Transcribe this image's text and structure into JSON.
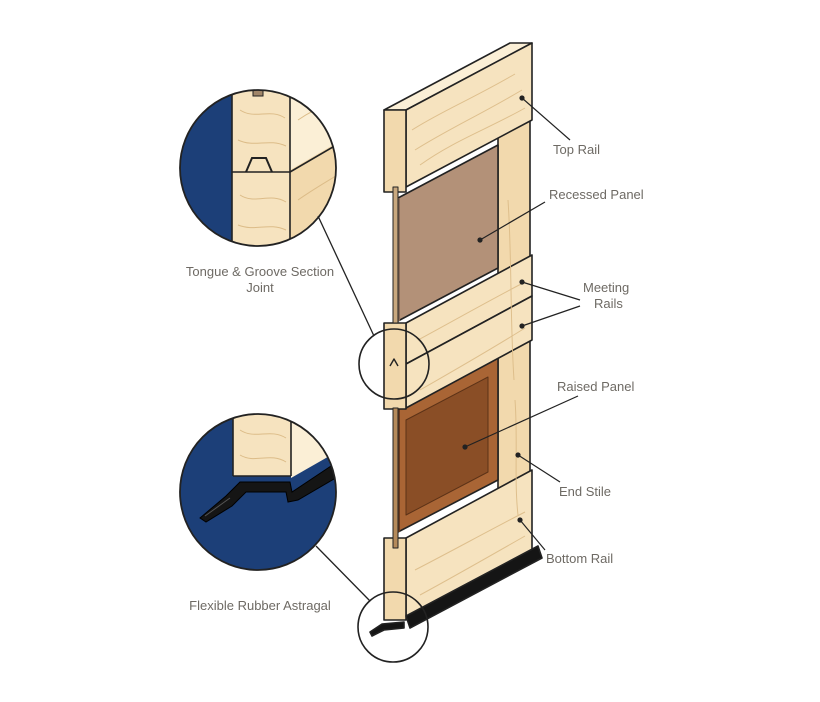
{
  "labels": {
    "top_rail": "Top Rail",
    "recessed_panel": "Recessed Panel",
    "meeting_rails_1": "Meeting",
    "meeting_rails_2": "Rails",
    "raised_panel": "Raised Panel",
    "end_stile": "End Stile",
    "bottom_rail": "Bottom Rail",
    "tongue_groove_1": "Tongue & Groove Section",
    "tongue_groove_2": "Joint",
    "astragal": "Flexible Rubber Astragal"
  },
  "colors": {
    "wood_face": "#f6e3bf",
    "wood_light": "#fbefd6",
    "wood_side": "#f2d9ad",
    "grain": "#dcbc88",
    "recessed_panel": "#b39178",
    "raised_panel": "#8a4e26",
    "raised_panel_bevel": "#b06a3a",
    "detail_background": "#1c3f78",
    "rubber": "#151515",
    "outline": "#222222",
    "label_text": "#6e6a64"
  }
}
